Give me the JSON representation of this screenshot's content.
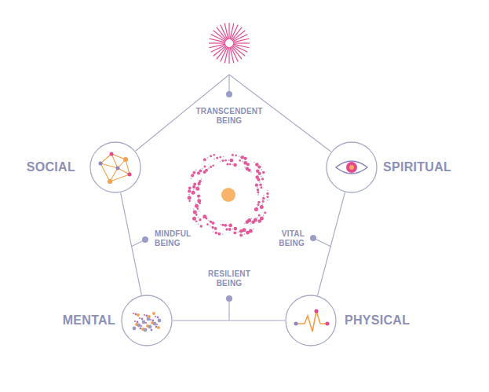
{
  "diagram": {
    "nodes": [
      {
        "text": [
          "SOCIAL"
        ]
      },
      {
        "text": [
          "SPIRITUAL"
        ]
      },
      {
        "text": [
          "MENTAL"
        ]
      },
      {
        "text": [
          "PHYSICAL"
        ]
      }
    ],
    "edges": [
      {
        "from": 0,
        "to": 1,
        "arrow": "none"
      },
      {
        "from": 0,
        "to": 2,
        "arrow": "none"
      },
      {
        "from": 2,
        "to": 3,
        "arrow": "none"
      },
      {
        "from": 3,
        "to": 1,
        "arrow": "none"
      }
    ],
    "labels": [
      "TRANSCENDENT BEING",
      "MINDFUL BEING",
      "VITAL BEING",
      "RESILIENT BEING"
    ]
  }
}
